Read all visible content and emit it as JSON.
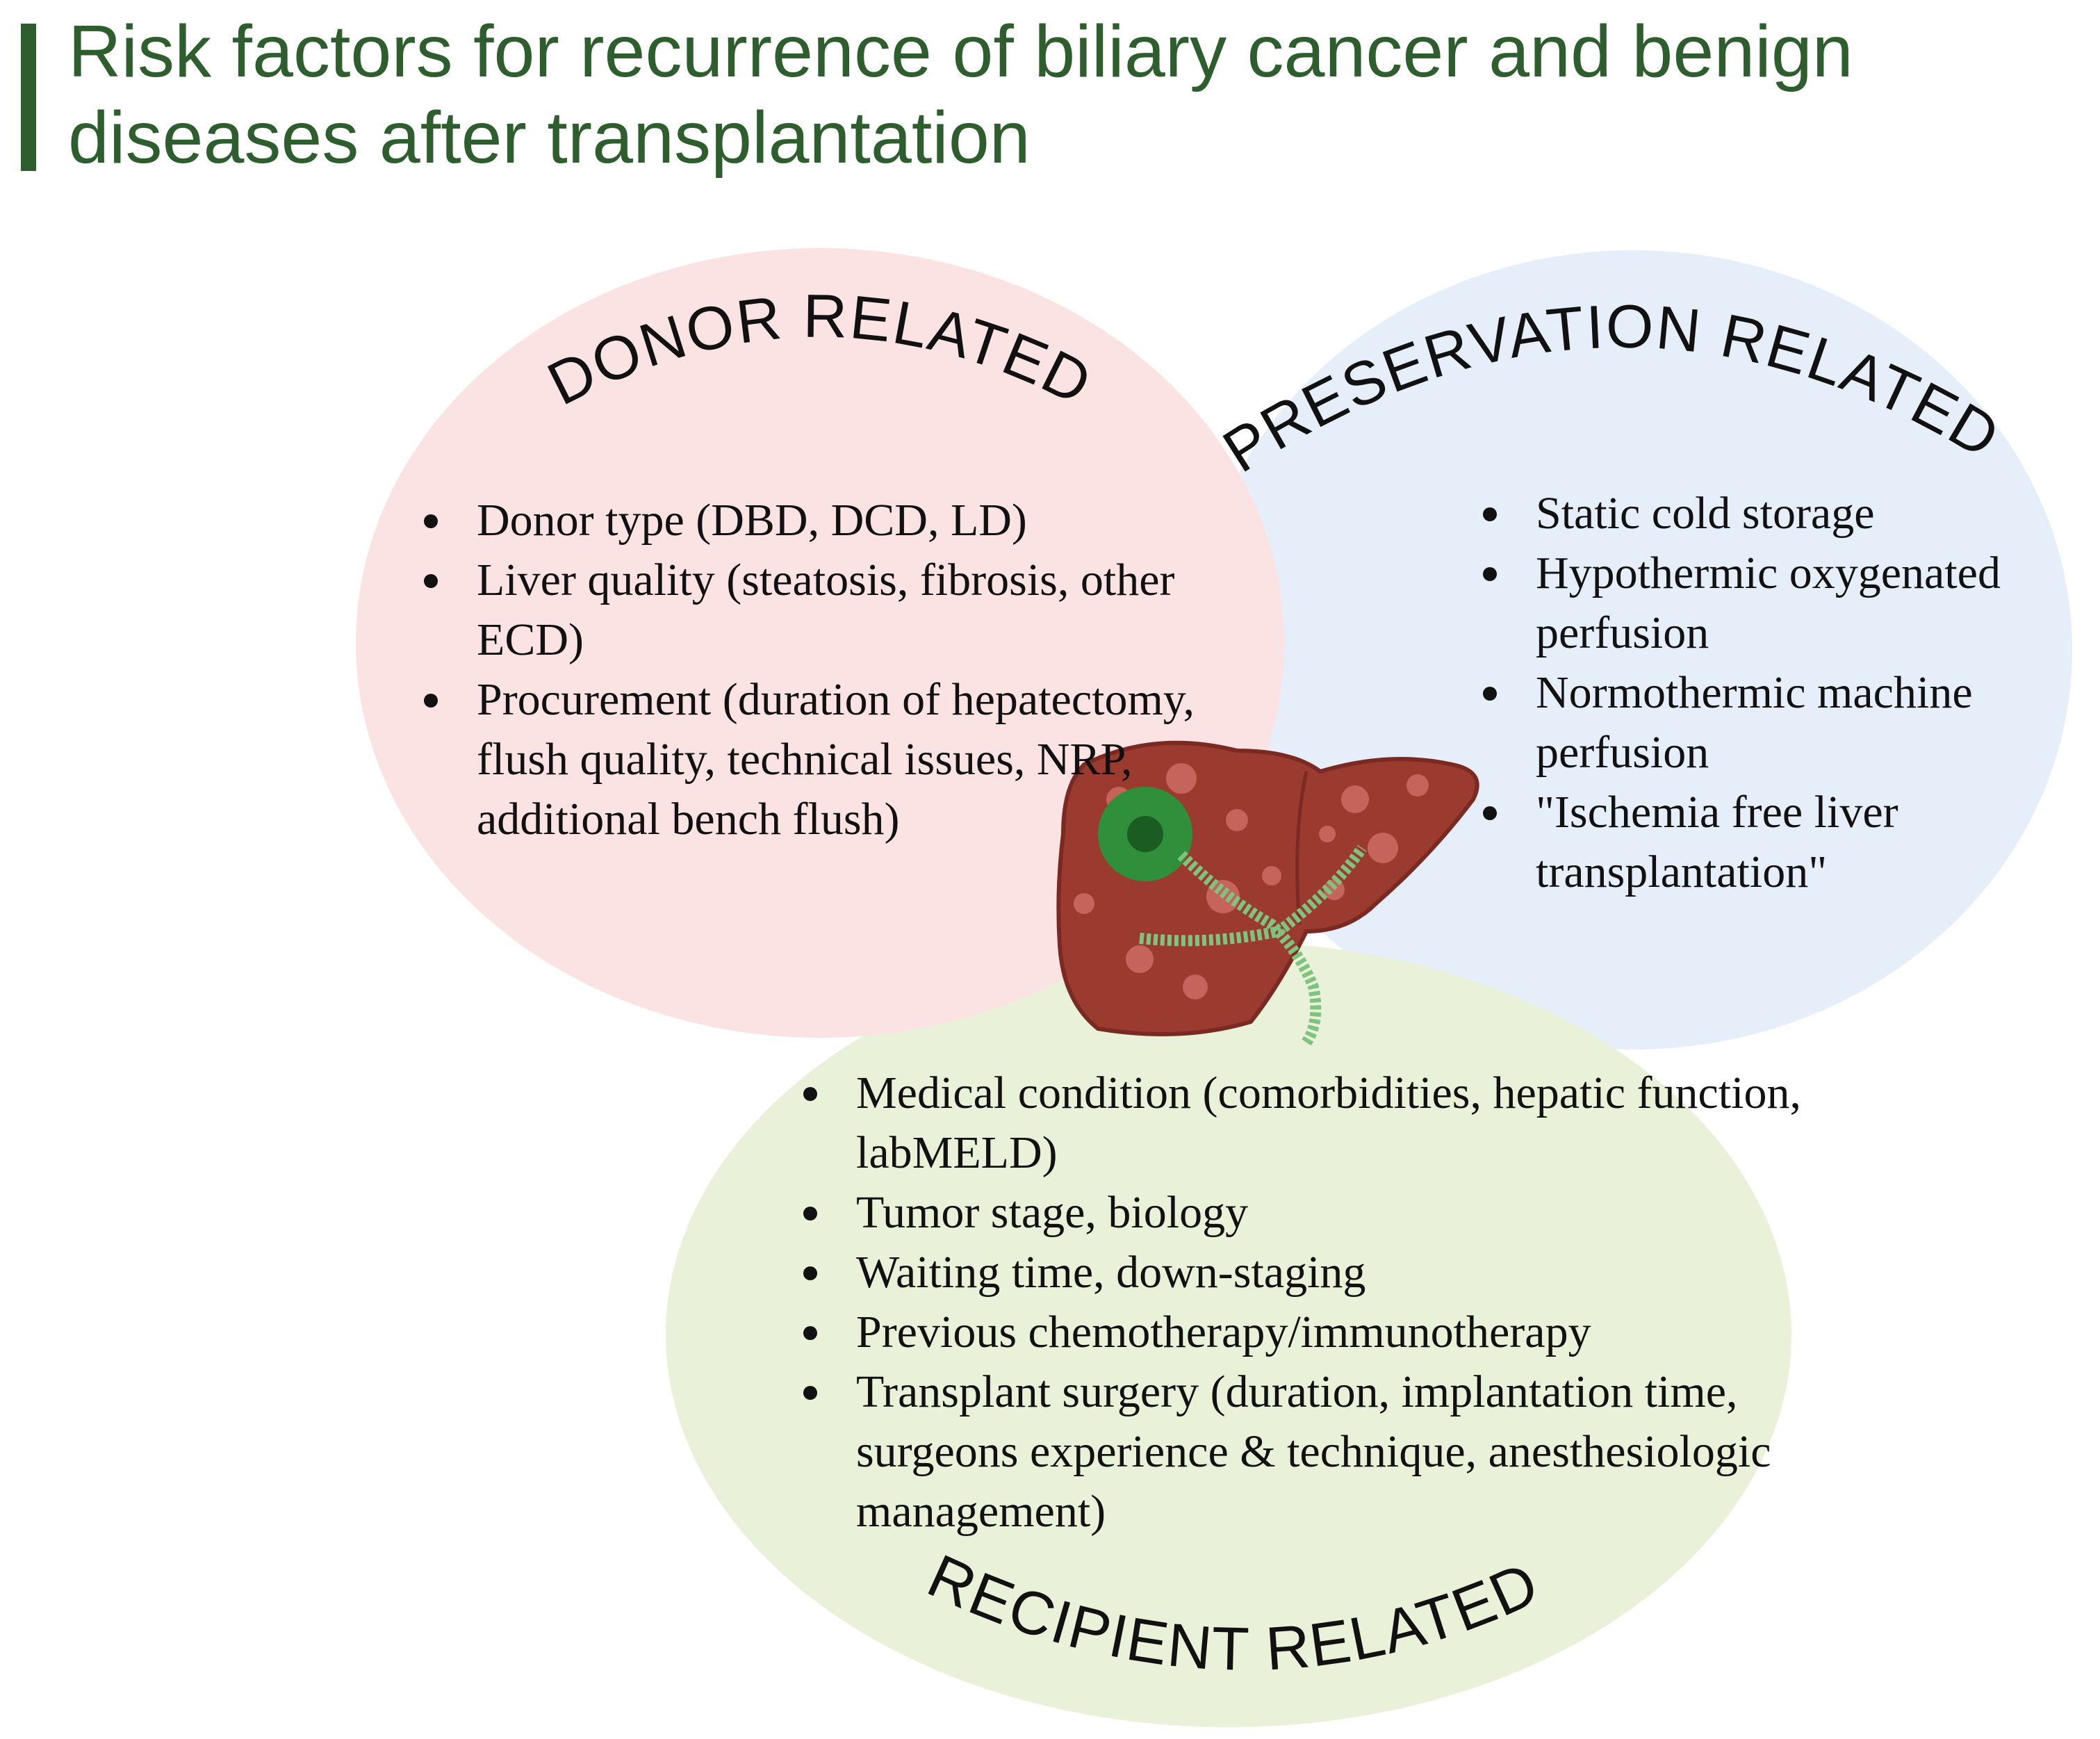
{
  "title": "Risk factors for recurrence of biliary cancer and benign diseases after transplantation",
  "colors": {
    "title": "#2e5e2e",
    "donor_circle": "#fbe3e3",
    "preservation_circle": "#e6eefa",
    "recipient_circle": "#e9f1d9",
    "liver": "#9b3a2e",
    "tumor": "#2f8f3a",
    "bile_duct": "#7ec47e"
  },
  "donor": {
    "heading": "DONOR RELATED",
    "items": [
      "Donor type (DBD, DCD, LD)",
      "Liver quality (steatosis, fibrosis, other ECD)",
      "Procurement (duration of hepatectomy, flush quality, technical issues, NRP, additional bench flush)"
    ]
  },
  "preservation": {
    "heading": "PRESERVATION RELATED",
    "items": [
      "Static cold storage",
      "Hypothermic oxygenated perfusion",
      "Normothermic machine perfusion",
      "\"Ischemia free liver transplantation\""
    ]
  },
  "recipient": {
    "heading": "RECIPIENT RELATED",
    "items": [
      "Medical condition (comorbidities, hepatic function, labMELD)",
      "Tumor stage, biology",
      "Waiting time, down-staging",
      "Previous chemotherapy/immunotherapy",
      "Transplant surgery (duration, implantation time, surgeons experience & technique, anesthesiologic management)"
    ]
  },
  "icons": [
    "liver-icon",
    "tumor-icon",
    "bile-duct-icon"
  ]
}
